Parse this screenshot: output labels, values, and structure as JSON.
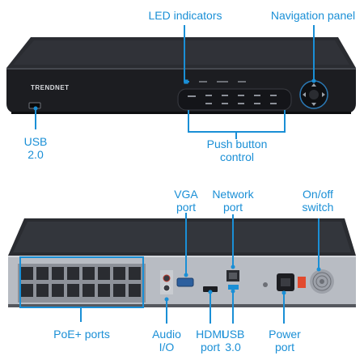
{
  "colors": {
    "accent": "#1a8fd6",
    "device_body": "#1c1d21",
    "device_top": "#2a2c31",
    "rear_panel": "#b8bcc3"
  },
  "front_panel": {
    "brand": "TRENDNET",
    "labels": {
      "led_indicators": "LED indicators",
      "navigation_panel": "Navigation panel",
      "usb_line1": "USB",
      "usb_line2": "2.0",
      "push_button_line1": "Push button",
      "push_button_line2": "control"
    }
  },
  "rear_panel": {
    "poe_port_count": 16,
    "labels": {
      "vga_line1": "VGA",
      "vga_line2": "port",
      "network_line1": "Network",
      "network_line2": "port",
      "onoff_line1": "On/off",
      "onoff_line2": "switch",
      "poe_ports": "PoE+ ports",
      "audio_line1": "Audio",
      "audio_line2": "I/O",
      "hdmi_line1": "HDMI",
      "hdmi_line2": "port",
      "usb3_line1": "USB",
      "usb3_line2": "3.0",
      "power_line1": "Power",
      "power_line2": "port"
    }
  }
}
